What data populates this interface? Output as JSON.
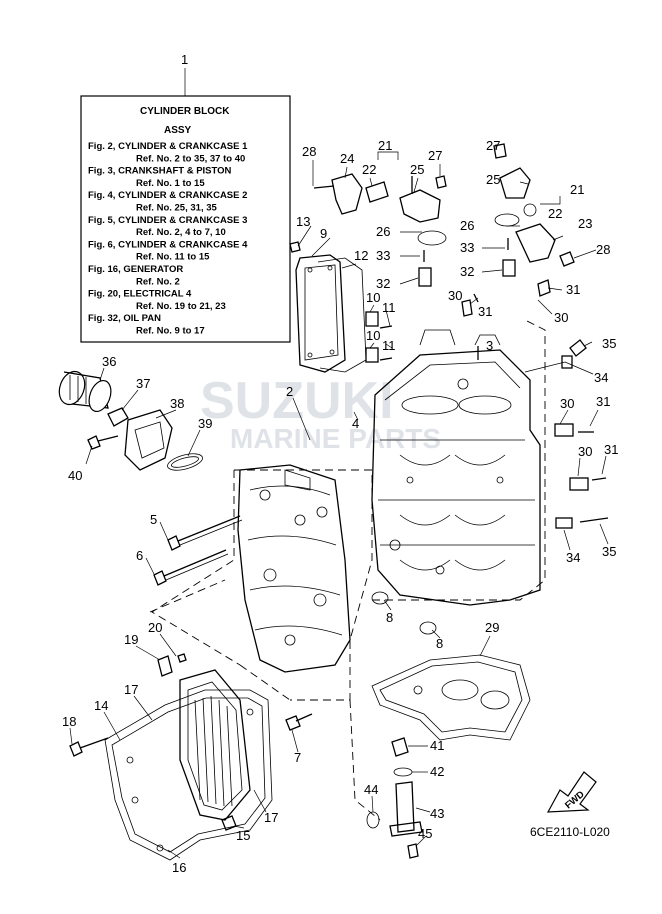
{
  "box": {
    "number": "1",
    "title1": "CYLINDER BLOCK",
    "title2": "ASSY",
    "lines": [
      "Fig. 2, CYLINDER & CRANKCASE 1",
      "Ref. No. 2 to 35, 37 to 40",
      "Fig. 3, CRANKSHAFT & PISTON",
      "Ref. No. 1 to 15",
      "Fig. 4, CYLINDER & CRANKCASE 2",
      "Ref. No. 25, 31, 35",
      "Fig. 5, CYLINDER & CRANKCASE 3",
      "Ref. No. 2, 4 to 7, 10",
      "Fig. 6, CYLINDER & CRANKCASE 4",
      "Ref. No. 11 to 15",
      "Fig. 16, GENERATOR",
      "Ref. No. 2",
      "Fig. 20, ELECTRICAL 4",
      "Ref. No. 19 to 21, 23",
      "Fig. 32, OIL PAN",
      "Ref. No. 9 to 17"
    ]
  },
  "watermark": {
    "line1": "SUZUKI",
    "line2": "MARINE PARTS"
  },
  "fwd": "FWD",
  "diagram_code": "6CE2110-L020",
  "callouts": [
    "28",
    "24",
    "22",
    "21",
    "25",
    "27",
    "27",
    "25",
    "21",
    "22",
    "23",
    "28",
    "13",
    "9",
    "12",
    "26",
    "33",
    "32",
    "26",
    "33",
    "32",
    "10",
    "11",
    "10",
    "11",
    "30",
    "31",
    "31",
    "30",
    "3",
    "35",
    "34",
    "36",
    "37",
    "38",
    "39",
    "40",
    "2",
    "4",
    "30",
    "31",
    "30",
    "31",
    "5",
    "6",
    "34",
    "35",
    "8",
    "8",
    "20",
    "19",
    "17",
    "14",
    "18",
    "7",
    "29",
    "41",
    "42",
    "44",
    "43",
    "45",
    "17",
    "15",
    "16"
  ]
}
